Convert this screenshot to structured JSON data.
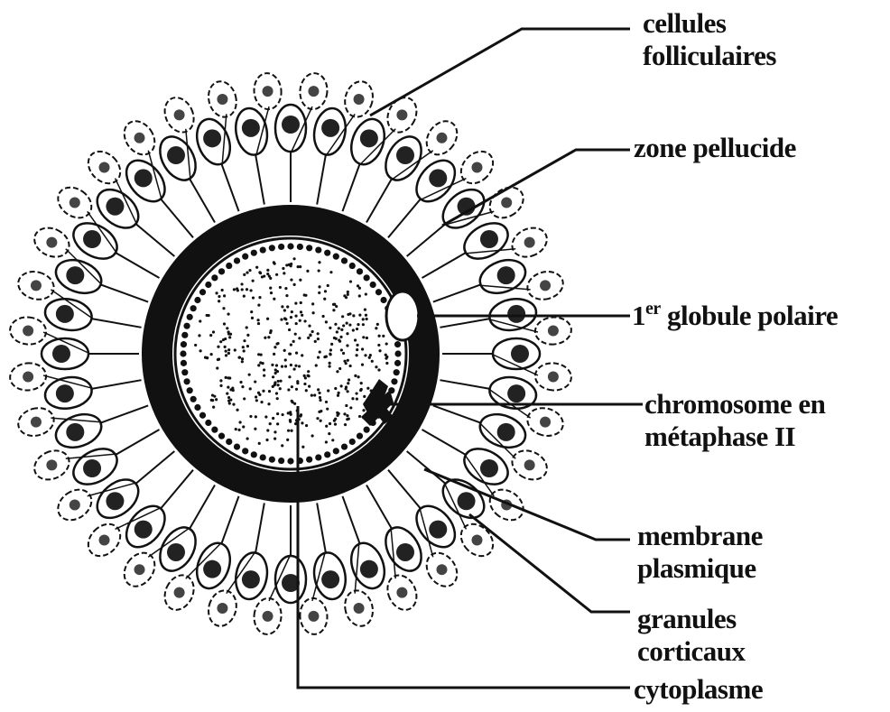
{
  "colors": {
    "ink": "#111111",
    "background": "#ffffff"
  },
  "labels": {
    "follicular_cells": [
      "cellules",
      "folliculaires"
    ],
    "zona_pellucida": "zone pellucide",
    "first_polar_body": {
      "prefix": "1",
      "superscript": "er",
      "text": "globule polaire"
    },
    "metaphase_chromosome": [
      "chromosome en",
      "métaphase II"
    ],
    "plasma_membrane": [
      "membrane",
      "plasmique"
    ],
    "cortical_granules": [
      "granules",
      "corticaux"
    ],
    "cytoplasm": "cytoplasme"
  }
}
